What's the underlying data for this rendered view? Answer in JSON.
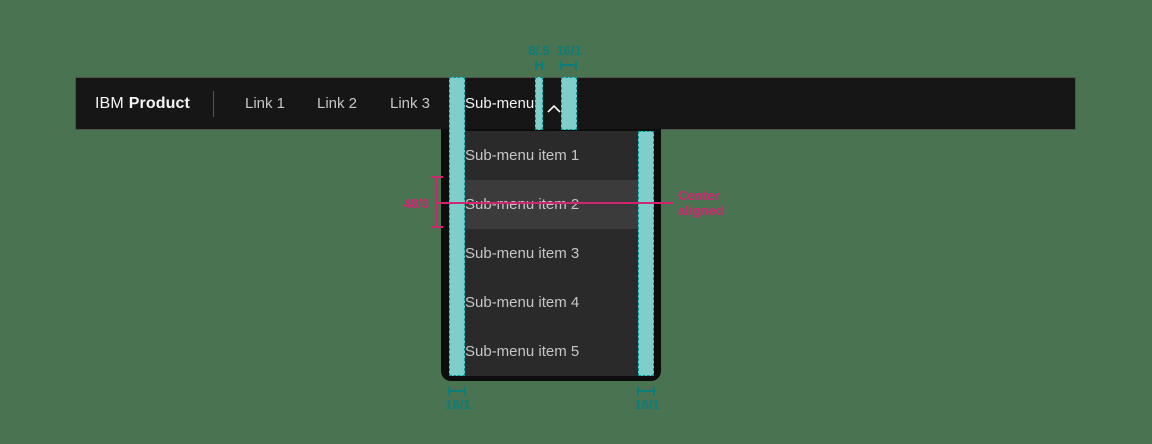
{
  "header": {
    "brand": {
      "prefix": "IBM",
      "name": "Product"
    },
    "links": [
      "Link 1",
      "Link 2",
      "Link 3"
    ],
    "submenu": {
      "label": "Sub-menu"
    }
  },
  "menu": {
    "items": [
      "Sub-menu item 1",
      "Sub-menu item 2",
      "Sub-menu item 3",
      "Sub-menu item 4",
      "Sub-menu item 5"
    ],
    "highlighted_item": "Sub-menu item 2"
  },
  "annotations": {
    "spacing_top": [
      {
        "label": "8/.5"
      },
      {
        "label": "16/1"
      }
    ],
    "spacing_bottom": [
      {
        "label": "16/1"
      },
      {
        "label": "16/1"
      }
    ],
    "item_height": {
      "label": "48/3"
    },
    "text_alignment": {
      "label": "Center aligned"
    }
  },
  "colors": {
    "page_background": "#4A7352",
    "header_background": "#161616",
    "menu_item_background": "#2a2a2a",
    "menu_item_highlight": "#3b3b3b",
    "primary_text": "#f4f4f4",
    "secondary_text": "#c6c6c6",
    "annotation_teal_fill": "#7ECECB",
    "annotation_teal_dark": "#0D7D79",
    "annotation_pink": "#D02670"
  }
}
